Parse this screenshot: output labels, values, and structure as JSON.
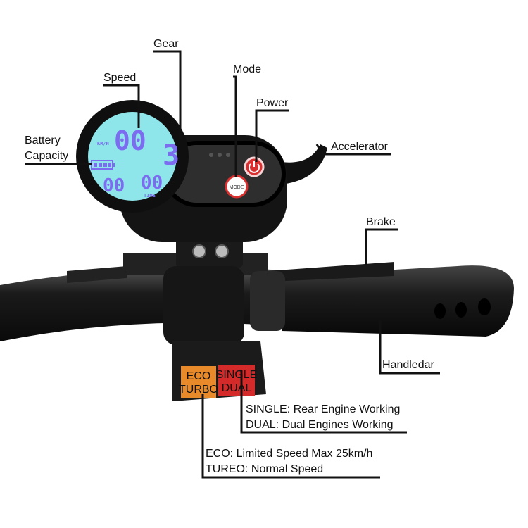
{
  "labels": {
    "gear": "Gear",
    "speed": "Speed",
    "mode": "Mode",
    "power": "Power",
    "accelerator": "Accelerator",
    "battery_line1": "Battery",
    "battery_line2": "Capacity",
    "brake": "Brake",
    "handlebar": "Handledar",
    "single_desc": "SINGLE: Rear Engine Working",
    "dual_desc": "DUAL: Dual Engines Working",
    "eco_desc": "ECO: Limited Speed Max 25km/h",
    "turbo_desc": "TUREO: Normal Speed"
  },
  "display": {
    "unit": "KM/H",
    "speed": "00",
    "gear": "3",
    "left_digits": "00",
    "right_digits": "00",
    "time_label": "TIME"
  },
  "buttons": {
    "mode": "MODE",
    "eco_top": "ECO",
    "eco_bottom": "TURBO",
    "single_top": "SINGLE",
    "single_bottom": "DUAL"
  },
  "colors": {
    "lcd": "#8fe6ea",
    "digits": "#7b6cf0",
    "eco": "#e8892a",
    "single": "#d42a2a"
  }
}
